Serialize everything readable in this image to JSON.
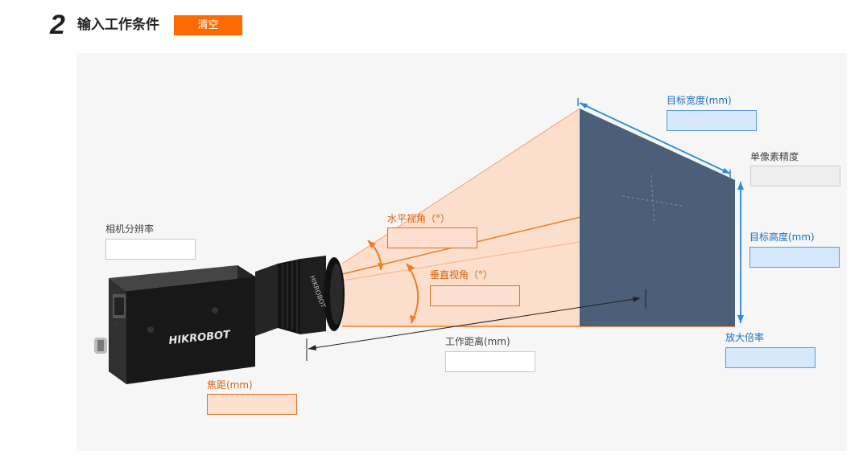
{
  "header": {
    "step_number": "2",
    "title": "输入工作条件",
    "clear_label": "清空"
  },
  "camera": {
    "brand": "HIKROBOT",
    "lens_brand": "HIKROBOT"
  },
  "labels": {
    "camera_resolution": "相机分辨率",
    "horizontal_fov": "水平视角（°）",
    "vertical_fov": "垂直视角（°）",
    "focal_length": "焦距(mm)",
    "working_distance": "工作距离(mm)",
    "target_width": "目标宽度(mm)",
    "pixel_precision": "单像素精度",
    "target_height": "目标高度(mm)",
    "magnification": "放大倍率"
  },
  "fields": {
    "camera_resolution": "",
    "horizontal_fov": "",
    "vertical_fov": "",
    "focal_length": "",
    "working_distance": "",
    "target_width": "",
    "pixel_precision": "",
    "target_height": "",
    "magnification": ""
  },
  "colors": {
    "accent": "#ff6a00",
    "orange": "#f07c22",
    "blue": "#2a8ad8",
    "target": "#4b5f78"
  }
}
